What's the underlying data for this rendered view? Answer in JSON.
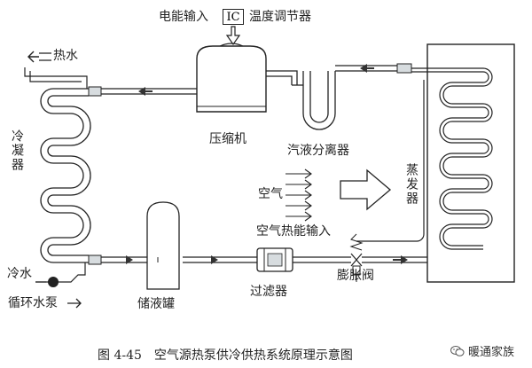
{
  "labels": {
    "electric_input": "电能输入",
    "ic": "IC",
    "temp_regulator": "温度调节器",
    "hot_water": "热水",
    "condenser": "冷凝器",
    "compressor": "压缩机",
    "separator": "汽液分离器",
    "air": "空气",
    "evaporator": "蒸发器",
    "air_heat_input": "空气热能输入",
    "cold_water": "冷水",
    "circulating_pump": "循环水泵",
    "receiver": "储液罐",
    "filter": "过滤器",
    "expansion_valve": "膨胀阀"
  },
  "caption": "图 4-45　空气源热泵供冷供热系统原理示意图",
  "watermark": "暖通家族",
  "colors": {
    "line": "#222222",
    "pipe_fill": "#d7dcdf",
    "arrow": "#444444"
  }
}
